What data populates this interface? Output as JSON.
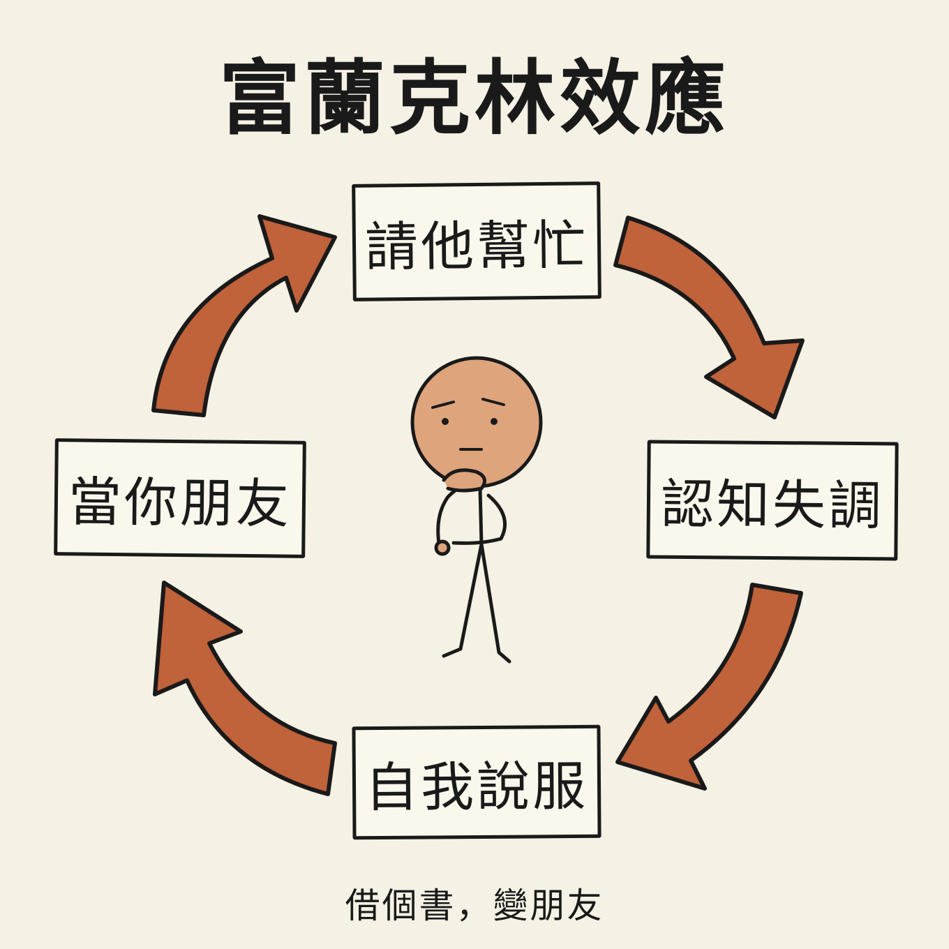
{
  "title": "富蘭克林效應",
  "cycle": {
    "top": "請他幫忙",
    "right": "認知失調",
    "bottom": "自我說服",
    "left": "當你朋友"
  },
  "caption": "借個書，變朋友",
  "colors": {
    "arrow_fill": "#c0623a",
    "outline": "#1a1a1a",
    "background": "#f5f1e4",
    "face": "#dea47c"
  },
  "icons": {
    "center": "thinking-stick-figure",
    "arrows": "curved-cycle-arrow"
  }
}
